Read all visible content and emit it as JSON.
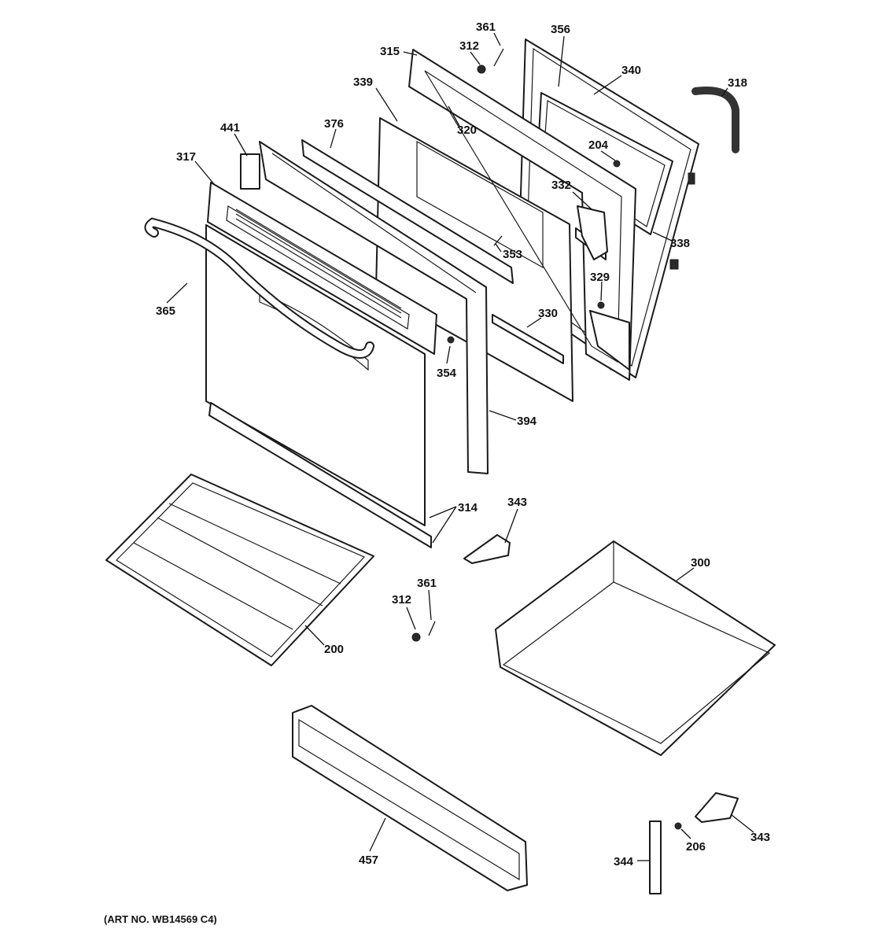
{
  "parts": {
    "p361a": "361",
    "p356": "356",
    "p312a": "312",
    "p315": "315",
    "p340": "340",
    "p318": "318",
    "p339": "339",
    "p320": "320",
    "p376": "376",
    "p441": "441",
    "p204": "204",
    "p317": "317",
    "p332": "332",
    "p338": "338",
    "p353": "353",
    "p329": "329",
    "p365": "365",
    "p330": "330",
    "p354": "354",
    "p394": "394",
    "p314": "314",
    "p343a": "343",
    "p300": "300",
    "p361b": "361",
    "p312b": "312",
    "p200": "200",
    "p457": "457",
    "p206": "206",
    "p343b": "343",
    "p344": "344"
  },
  "art_number": "(ART NO. WB14569 C4)"
}
